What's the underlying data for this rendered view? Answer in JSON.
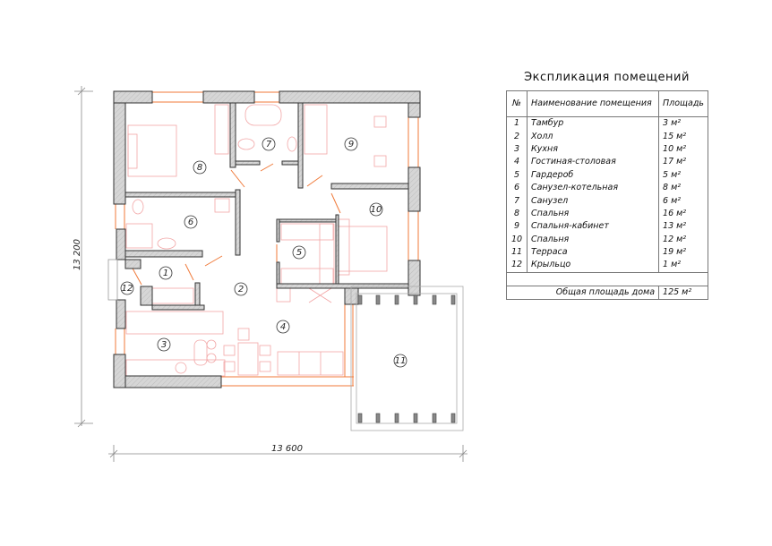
{
  "explication": {
    "title": "Экспликация помещений",
    "headers": {
      "num": "№",
      "name": "Наименование помещения",
      "area": "Площадь"
    },
    "rows": [
      {
        "num": "1",
        "name": "Тамбур",
        "area": "3 м²"
      },
      {
        "num": "2",
        "name": "Холл",
        "area": "15 м²"
      },
      {
        "num": "3",
        "name": "Кухня",
        "area": "10 м²"
      },
      {
        "num": "4",
        "name": "Гостиная-столовая",
        "area": "17 м²"
      },
      {
        "num": "5",
        "name": "Гардероб",
        "area": "5 м²"
      },
      {
        "num": "6",
        "name": "Санузел-котельная",
        "area": "8 м²"
      },
      {
        "num": "7",
        "name": "Санузел",
        "area": "6 м²"
      },
      {
        "num": "8",
        "name": "Спальня",
        "area": "16 м²"
      },
      {
        "num": "9",
        "name": "Спальня-кабинет",
        "area": "13 м²"
      },
      {
        "num": "10",
        "name": "Спальня",
        "area": "12 м²"
      },
      {
        "num": "11",
        "name": "Терраса",
        "area": "19 м²"
      },
      {
        "num": "12",
        "name": "Крыльцо",
        "area": "1 м²"
      }
    ],
    "total_label": "Общая площадь дома",
    "total_area": "125 м²"
  },
  "plan": {
    "dim_width": "13 600",
    "dim_height": "13 200",
    "room_numbers": [
      "1",
      "2",
      "3",
      "4",
      "5",
      "6",
      "7",
      "8",
      "9",
      "10",
      "11",
      "12"
    ]
  },
  "colors": {
    "wall": "#d4d4d4",
    "wall_stroke": "#333333",
    "window": "#f07a3a",
    "furniture": "#f2a6a6"
  }
}
